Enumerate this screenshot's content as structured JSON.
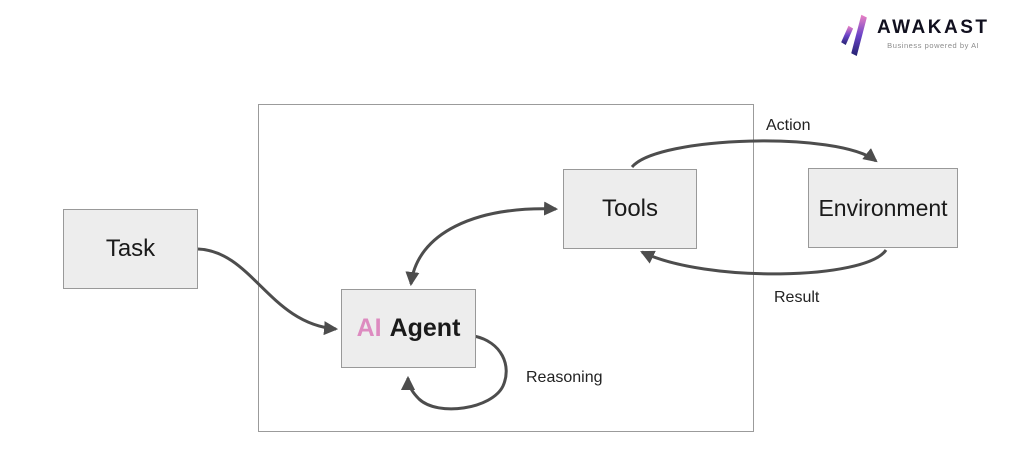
{
  "brand": {
    "name": "AWAKAST",
    "tagline": "Business powered by AI",
    "logo_icon": "awakast-a-mark"
  },
  "diagram": {
    "boxes": {
      "task": {
        "label": "Task"
      },
      "agent": {
        "prefix": "AI",
        "label": "Agent"
      },
      "tools": {
        "label": "Tools"
      },
      "environment": {
        "label": "Environment"
      }
    },
    "edge_labels": {
      "action": "Action",
      "result": "Result",
      "reasoning": "Reasoning"
    }
  },
  "colors": {
    "box_fill": "#ededed",
    "box_border": "#999999",
    "boundary_border": "#9b9b9b",
    "arrow": "#4d4d4d",
    "text_dark": "#1a1a1a",
    "agent_prefix_pink": "#dd8bc0",
    "label_text": "#222222",
    "logo_text": "#11101f",
    "tagline_gray": "#8c8c8c",
    "logo_gradient_top": "#ec82c4",
    "logo_gradient_mid": "#6a43c8",
    "logo_gradient_bottom": "#232270"
  }
}
